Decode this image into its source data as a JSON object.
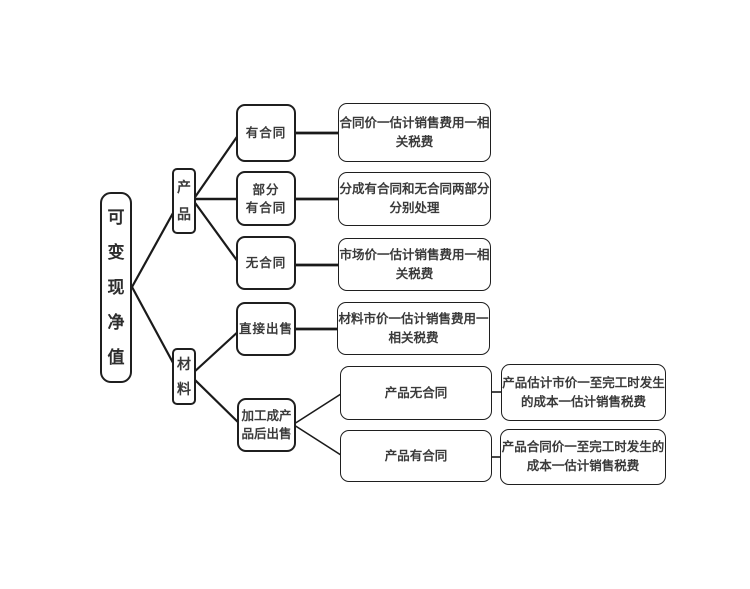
{
  "colors": {
    "background": "#ffffff",
    "line": "#1a1a1a",
    "border": "#1f1f1f",
    "text": "#3a3a3a"
  },
  "diagram": {
    "root": {
      "label": "可变现净值",
      "lines": [
        "可",
        "变",
        "现",
        "净",
        "值"
      ]
    },
    "level2": [
      {
        "id": "product",
        "label": "产品",
        "lines": [
          "产",
          "品"
        ]
      },
      {
        "id": "material",
        "label": "材料",
        "lines": [
          "材",
          "料"
        ]
      }
    ],
    "level3": [
      {
        "id": "has-contract",
        "label": "有合同",
        "lines": [
          "有合同"
        ]
      },
      {
        "id": "partial-contract",
        "label": "部分有合同",
        "lines": [
          "部分",
          "有合同"
        ]
      },
      {
        "id": "no-contract",
        "label": "无合同",
        "lines": [
          "无合同"
        ]
      },
      {
        "id": "direct-sale",
        "label": "直接出售",
        "lines": [
          "直接出售"
        ]
      },
      {
        "id": "process-then-sale",
        "label": "加工成产品后出售",
        "lines": [
          "加工成产",
          "品后出售"
        ]
      }
    ],
    "level4": [
      {
        "id": "contract-price-formula",
        "label": "合同价一估计销售费用一相关税费",
        "lines": [
          "合同价一估计销售费用一相",
          "关税费"
        ]
      },
      {
        "id": "partial-rule",
        "label": "分成有合同和无合同两部分分别处理",
        "lines": [
          "分成有合同和无合同两部分",
          "分别处理"
        ]
      },
      {
        "id": "market-price-formula",
        "label": "市场价一估计销售费用一相关税费",
        "lines": [
          "市场价一估计销售费用一相",
          "关税费"
        ]
      },
      {
        "id": "material-price-formula",
        "label": "材料市价一估计销售费用一相关税费",
        "lines": [
          "材料市价一估计销售费用一",
          "相关税费"
        ]
      },
      {
        "id": "product-no-contract",
        "label": "产品无合同",
        "lines": [
          "产品无合同"
        ]
      },
      {
        "id": "product-has-contract",
        "label": "产品有合同",
        "lines": [
          "产品有合同"
        ]
      }
    ],
    "level5": [
      {
        "id": "estimated-market-formula",
        "label": "产品估计市价一至完工时发生的成本一估计销售税费",
        "lines": [
          "产品估计市价一至完工时发生",
          "的成本一估计销售税费"
        ]
      },
      {
        "id": "contract-completion-formula",
        "label": "产品合同价一至完工时发生的成本一估计销售税费",
        "lines": [
          "产品合同价一至完工时发生的",
          "成本一估计销售税费"
        ]
      }
    ]
  }
}
